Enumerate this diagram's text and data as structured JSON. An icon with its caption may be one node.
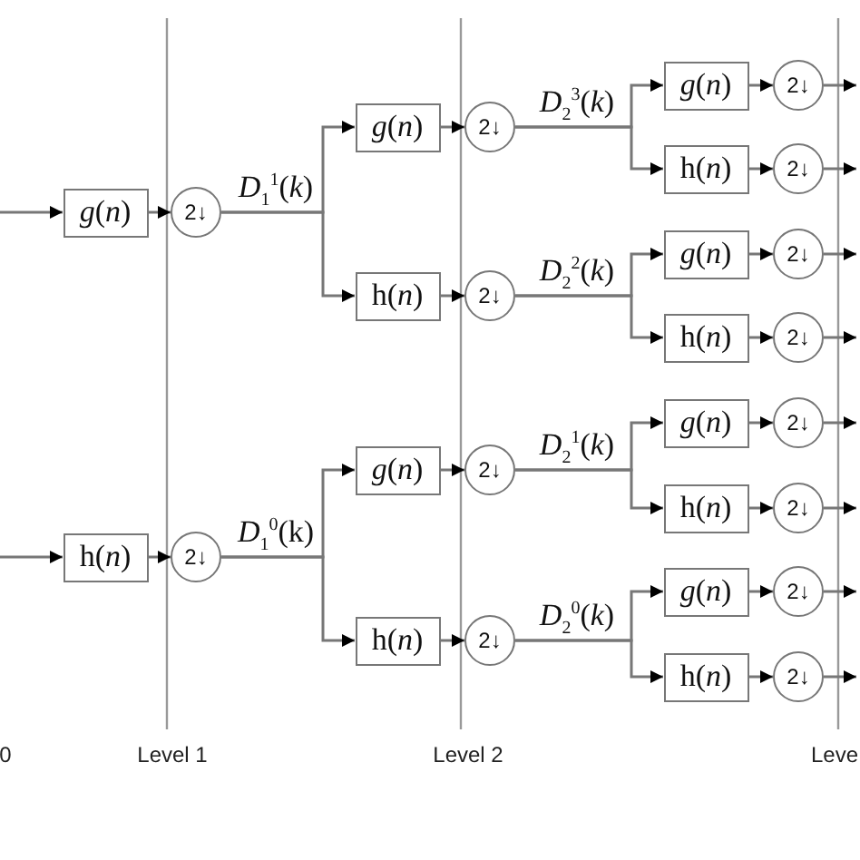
{
  "diagram": {
    "nodes": [
      {
        "text": [
          "*g*(*n*)"
        ]
      },
      {
        "text": [
          "2↓"
        ]
      },
      {
        "text": [
          "*g*(*n*)"
        ]
      },
      {
        "text": [
          "2↓"
        ]
      },
      {
        "text": [
          "h(*n*)"
        ]
      },
      {
        "text": [
          "2↓"
        ]
      },
      {
        "text": [
          "*g*(*n*)"
        ]
      },
      {
        "text": [
          "2↓"
        ]
      },
      {
        "text": [
          "h(*n*)"
        ]
      },
      {
        "text": [
          "2↓"
        ]
      },
      {
        "text": [
          "*g*(*n*)"
        ]
      },
      {
        "text": [
          "2↓"
        ]
      },
      {
        "text": [
          "h(*n*)"
        ]
      },
      {
        "text": [
          "2↓"
        ]
      },
      {
        "text": [
          "*g*(*n*)"
        ]
      },
      {
        "text": [
          "2↓"
        ]
      },
      {
        "text": [
          "h(*n*)"
        ]
      },
      {
        "text": [
          "2↓"
        ]
      },
      {
        "text": [
          "*g*(*n*)"
        ]
      },
      {
        "text": [
          "2↓"
        ]
      },
      {
        "text": [
          "h(*n*)"
        ]
      },
      {
        "text": [
          "2↓"
        ]
      },
      {
        "text": [
          "h(*n*)"
        ]
      },
      {
        "text": [
          "2↓"
        ]
      },
      {
        "text": [
          "*g*(*n*)"
        ]
      },
      {
        "text": [
          "2↓"
        ]
      },
      {
        "text": [
          "h(*n*)"
        ]
      },
      {
        "text": [
          "2↓"
        ]
      }
    ],
    "edges": [
      {
        "from": null,
        "to": 0,
        "arrow": "to"
      },
      {
        "from": 0,
        "to": 1,
        "arrow": "to"
      },
      {
        "from": 1,
        "to": 2,
        "arrow": "to",
        "label": "*D*$_{1}$$^{1}$(*k*)"
      },
      {
        "from": 1,
        "to": 4,
        "arrow": "to"
      },
      {
        "from": 2,
        "to": 3,
        "arrow": "to"
      },
      {
        "from": 4,
        "to": 5,
        "arrow": "to"
      },
      {
        "from": 3,
        "to": 6,
        "arrow": "to",
        "label": "*D*$_{2}$$^{3}$(*k*)"
      },
      {
        "from": 3,
        "to": 8,
        "arrow": "to"
      },
      {
        "from": 5,
        "to": 10,
        "arrow": "to",
        "label": "*D*$_{2}$$^{2}$(*k*)"
      },
      {
        "from": 5,
        "to": 12,
        "arrow": "to"
      },
      {
        "from": 6,
        "to": 7,
        "arrow": "to"
      },
      {
        "from": 8,
        "to": 9,
        "arrow": "to"
      },
      {
        "from": 10,
        "to": 11,
        "arrow": "to"
      },
      {
        "from": 12,
        "to": 13,
        "arrow": "to"
      },
      {
        "from": 14,
        "to": 15,
        "arrow": "to"
      },
      {
        "from": 16,
        "to": 17,
        "arrow": "to"
      },
      {
        "from": 18,
        "to": 19,
        "arrow": "to"
      },
      {
        "from": 20,
        "to": 21,
        "arrow": "to"
      },
      {
        "from": 7,
        "to": null,
        "arrow": "to"
      },
      {
        "from": 9,
        "to": null,
        "arrow": "to"
      },
      {
        "from": 11,
        "to": null,
        "arrow": "to"
      },
      {
        "from": 13,
        "to": null,
        "arrow": "to"
      },
      {
        "from": 15,
        "to": null,
        "arrow": "to"
      },
      {
        "from": 17,
        "to": null,
        "arrow": "to"
      },
      {
        "from": 19,
        "to": null,
        "arrow": "to"
      },
      {
        "from": 21,
        "to": null,
        "arrow": "to"
      },
      {
        "from": null,
        "to": 22,
        "arrow": "to"
      },
      {
        "from": 22,
        "to": 23,
        "arrow": "to"
      },
      {
        "from": 23,
        "to": 24,
        "arrow": "to",
        "label": "*D*$_{1}$$^{0}$(k)"
      },
      {
        "from": 23,
        "to": 26,
        "arrow": "to"
      },
      {
        "from": 24,
        "to": 25,
        "arrow": "to"
      },
      {
        "from": 26,
        "to": 27,
        "arrow": "to"
      },
      {
        "from": 25,
        "to": 14,
        "arrow": "to",
        "label": "*D*$_{2}$$^{1}$(*k*)"
      },
      {
        "from": 25,
        "to": 16,
        "arrow": "to"
      },
      {
        "from": 27,
        "to": 18,
        "arrow": "to",
        "label": "*D*$_{2}$$^{0}$(*k*)"
      },
      {
        "from": 27,
        "to": 20,
        "arrow": "to"
      }
    ],
    "labels": [
      "0",
      "Level 1",
      "Level 2",
      "Leve"
    ]
  }
}
